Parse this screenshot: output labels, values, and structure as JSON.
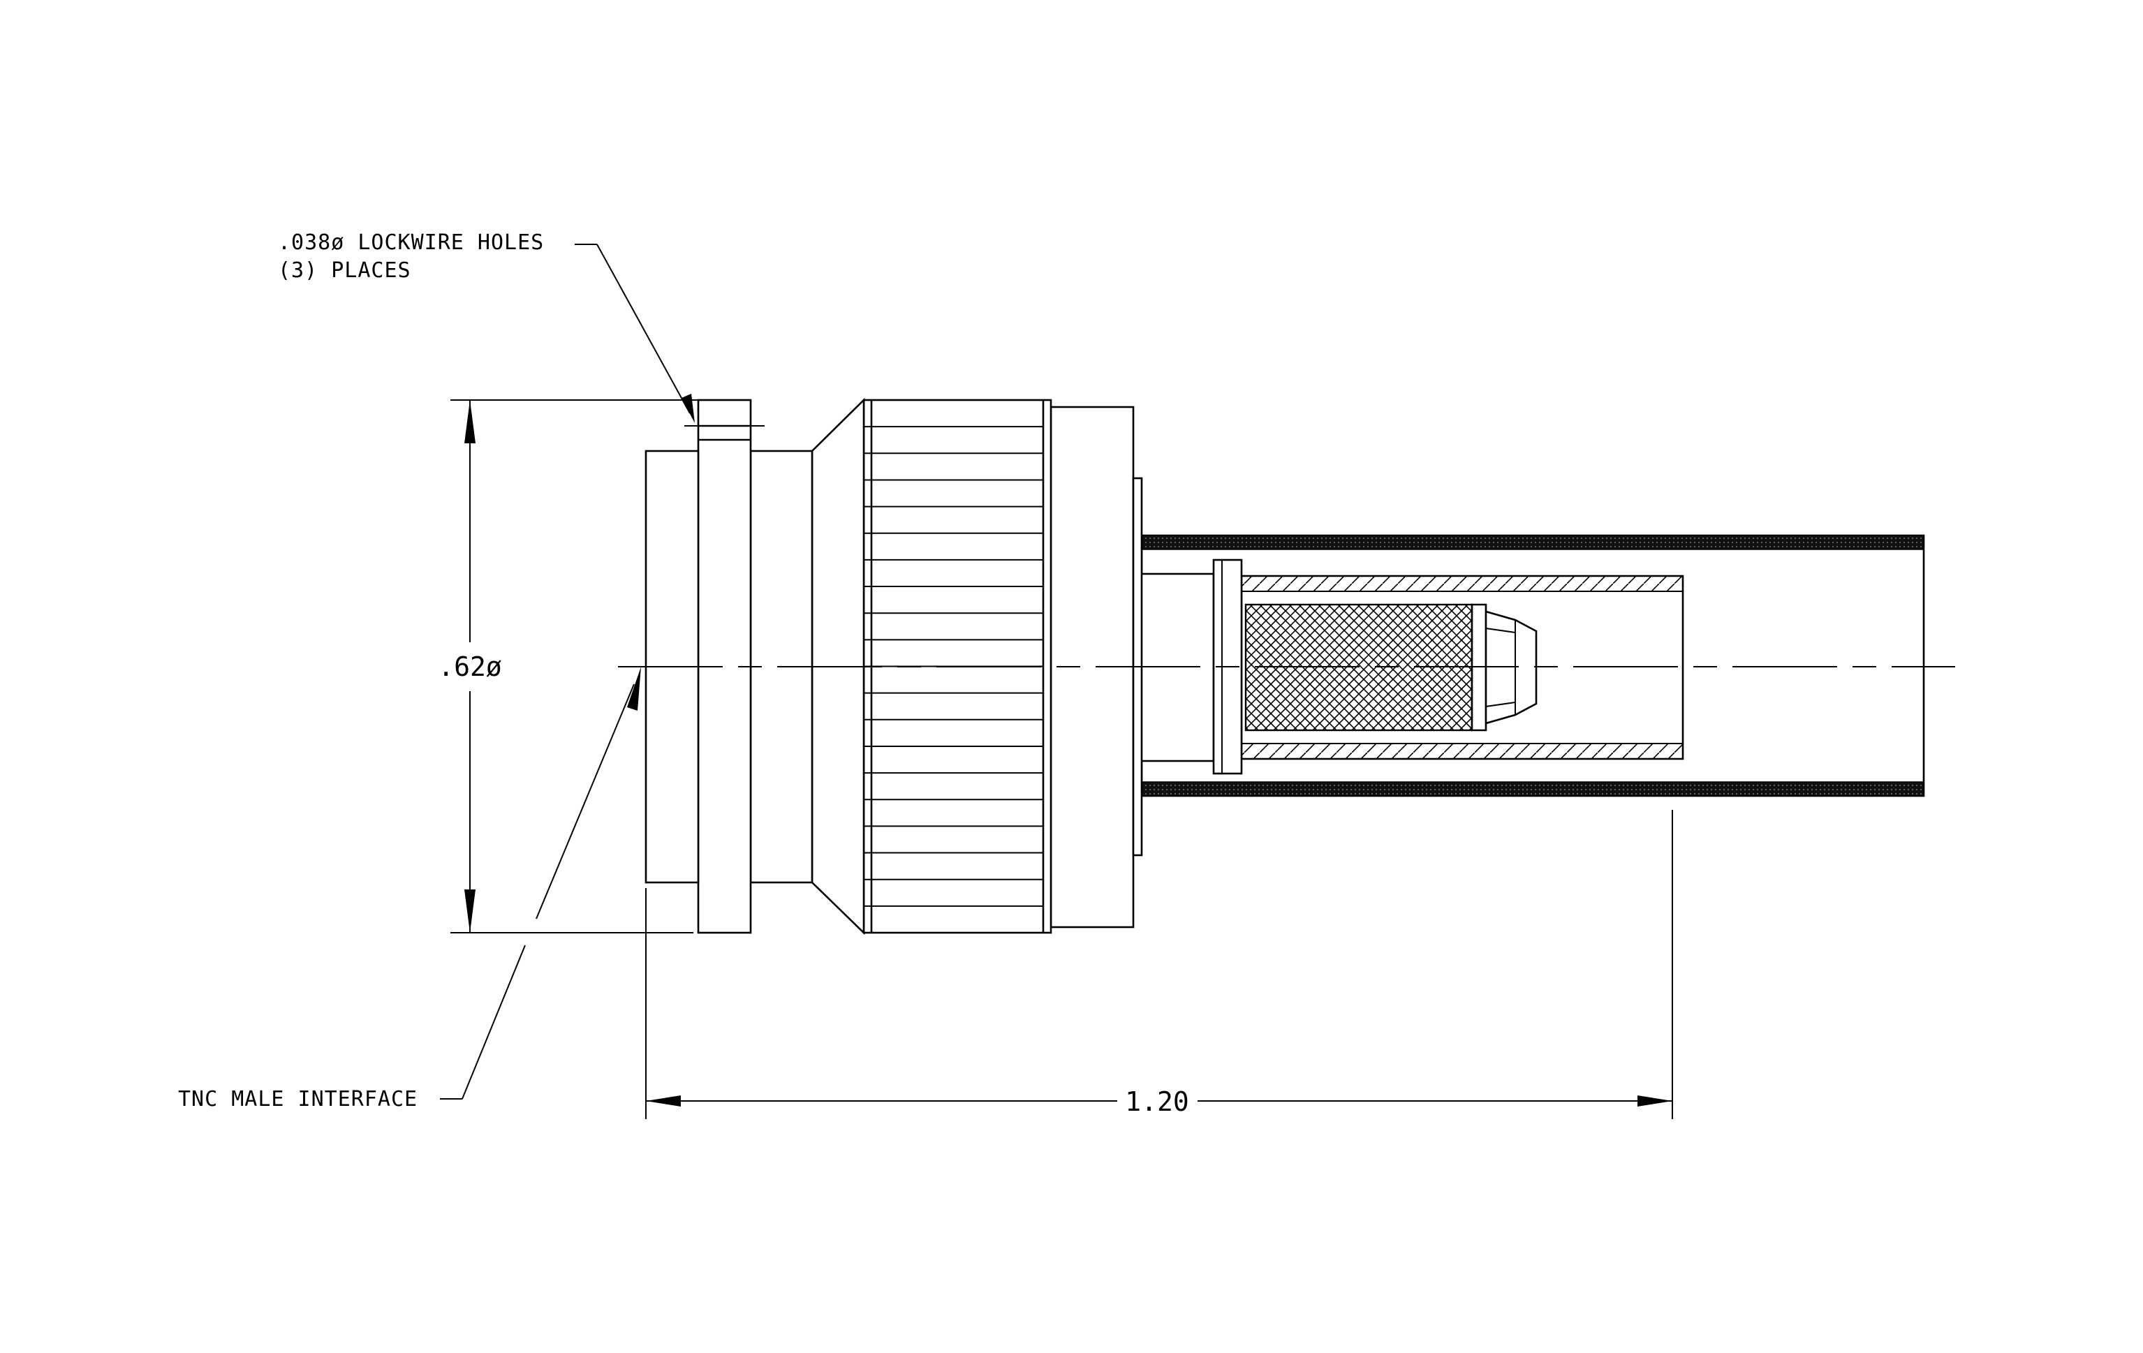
{
  "labels": {
    "lockwire_line1": ".038ø LOCKWIRE HOLES",
    "lockwire_line2": "(3)  PLACES",
    "interface": "TNC MALE INTERFACE"
  },
  "dimensions": {
    "diameter": ".62ø",
    "length": "1.20"
  },
  "colors": {
    "line": "#000000",
    "background": "#ffffff"
  }
}
